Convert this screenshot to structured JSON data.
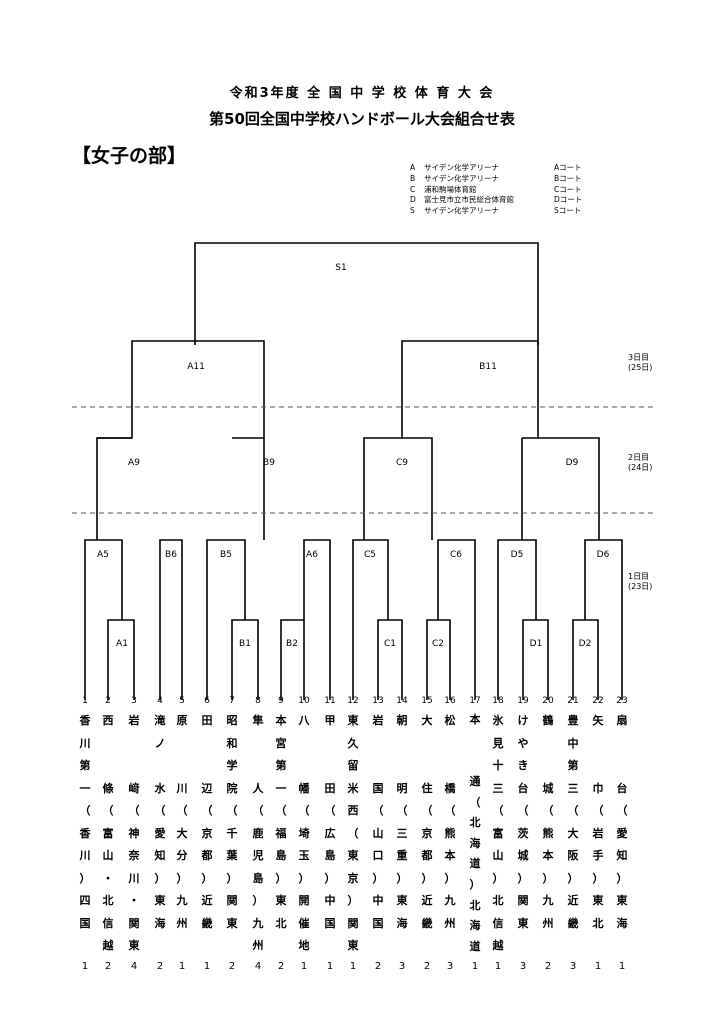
{
  "header": {
    "title": "令和3年度 全 国 中 学 校 体 育 大 会",
    "subtitle": "第50回全国中学校ハンドボール大会組合せ表",
    "section": "【女子の部】"
  },
  "venues": [
    {
      "code": "A",
      "name": "サイデン化学アリーナ",
      "court": "Aコート"
    },
    {
      "code": "B",
      "name": "サイデン化学アリーナ",
      "court": "Bコート"
    },
    {
      "code": "C",
      "name": "浦和駒場体育館",
      "court": "Cコート"
    },
    {
      "code": "D",
      "name": "富士見市立市民総合体育館",
      "court": "Dコート"
    },
    {
      "code": "S",
      "name": "サイデン化学アリーナ",
      "court": "Sコート"
    }
  ],
  "days": [
    {
      "day": "3日目",
      "date": "(25日)"
    },
    {
      "day": "2日目",
      "date": "(24日)"
    },
    {
      "day": "1日目",
      "date": "(23日)"
    }
  ],
  "matches": {
    "final": "S1",
    "semis": [
      "A11",
      "B11"
    ],
    "quarters": [
      "A9",
      "B9",
      "C9",
      "D9"
    ],
    "round16": [
      "A5",
      "B6",
      "B5",
      "A6",
      "C5",
      "C6",
      "D5",
      "D6"
    ],
    "round32": [
      "A1",
      "B1",
      "B2",
      "C1",
      "C2",
      "D1",
      "D2"
    ]
  },
  "teams": [
    {
      "num": "1",
      "school": [
        "香",
        "川",
        "第",
        "一",
        "（",
        "香",
        "川",
        "）",
        "四",
        "国"
      ],
      "rank": "1"
    },
    {
      "num": "2",
      "school": [
        "西",
        "",
        "",
        "條",
        "（",
        "富",
        "山",
        "・",
        "北",
        "信",
        "越"
      ],
      "rank": "2"
    },
    {
      "num": "3",
      "school": [
        "岩",
        "",
        "",
        "﨑",
        "（",
        "神",
        "奈",
        "川",
        "・",
        "関",
        "東"
      ],
      "rank": "4"
    },
    {
      "num": "4",
      "school": [
        "滝",
        "ノ",
        "",
        "水",
        "（",
        "愛",
        "知",
        "）",
        "東",
        "海"
      ],
      "rank": "2"
    },
    {
      "num": "5",
      "school": [
        "原",
        "",
        "",
        "川",
        "（",
        "大",
        "分",
        "）",
        "九",
        "州"
      ],
      "rank": "1"
    },
    {
      "num": "6",
      "school": [
        "田",
        "",
        "",
        "辺",
        "（",
        "京",
        "都",
        "）",
        "近",
        "畿"
      ],
      "rank": "1"
    },
    {
      "num": "7",
      "school": [
        "昭",
        "和",
        "学",
        "院",
        "（",
        "千",
        "葉",
        "）",
        "関",
        "東"
      ],
      "rank": "2"
    },
    {
      "num": "8",
      "school": [
        "隼",
        "",
        "",
        "人",
        "（",
        "鹿",
        "児",
        "島",
        "）",
        "九",
        "州"
      ],
      "rank": "4"
    },
    {
      "num": "9",
      "school": [
        "本",
        "宮",
        "第",
        "一",
        "（",
        "福",
        "島",
        "）",
        "東",
        "北"
      ],
      "rank": "2"
    },
    {
      "num": "10",
      "school": [
        "八",
        "",
        "",
        "幡",
        "（",
        "埼",
        "玉",
        "）",
        "開",
        "催",
        "地"
      ],
      "rank": "1"
    },
    {
      "num": "11",
      "school": [
        "甲",
        "",
        "",
        "田",
        "（",
        "広",
        "島",
        "）",
        "中",
        "国"
      ],
      "rank": "1"
    },
    {
      "num": "12",
      "school": [
        "東",
        "久",
        "留",
        "米",
        "西",
        "（",
        "東",
        "京",
        "）",
        "関",
        "東"
      ],
      "rank": "1"
    },
    {
      "num": "13",
      "school": [
        "岩",
        "",
        "",
        "国",
        "（",
        "山",
        "口",
        "）",
        "中",
        "国"
      ],
      "rank": "2"
    },
    {
      "num": "14",
      "school": [
        "朝",
        "",
        "",
        "明",
        "（",
        "三",
        "重",
        "）",
        "東",
        "海"
      ],
      "rank": "3"
    },
    {
      "num": "15",
      "school": [
        "大",
        "",
        "",
        "住",
        "（",
        "京",
        "都",
        "）",
        "近",
        "畿"
      ],
      "rank": "2"
    },
    {
      "num": "16",
      "school": [
        "松",
        "",
        "",
        "橋",
        "（",
        "熊",
        "本",
        "）",
        "九",
        "州"
      ],
      "rank": "3"
    },
    {
      "num": "17",
      "school": [
        "本",
        "",
        "",
        "通",
        "（",
        "北",
        "海",
        "道",
        "）",
        "北",
        "海",
        "道"
      ],
      "rank": "1"
    },
    {
      "num": "18",
      "school": [
        "氷",
        "見",
        "十",
        "三",
        "（",
        "富",
        "山",
        "）",
        "北",
        "信",
        "越"
      ],
      "rank": "1"
    },
    {
      "num": "19",
      "school": [
        "け",
        "や",
        "き",
        "台",
        "（",
        "茨",
        "城",
        "）",
        "関",
        "東"
      ],
      "rank": "3"
    },
    {
      "num": "20",
      "school": [
        "鶴",
        "",
        "",
        "城",
        "（",
        "熊",
        "本",
        "）",
        "九",
        "州"
      ],
      "rank": "2"
    },
    {
      "num": "21",
      "school": [
        "豊",
        "中",
        "第",
        "三",
        "（",
        "大",
        "阪",
        "）",
        "近",
        "畿"
      ],
      "rank": "3"
    },
    {
      "num": "22",
      "school": [
        "矢",
        "",
        "",
        "巾",
        "（",
        "岩",
        "手",
        "）",
        "東",
        "北"
      ],
      "rank": "1"
    },
    {
      "num": "23",
      "school": [
        "扇",
        "",
        "",
        "台",
        "（",
        "愛",
        "知",
        "）",
        "東",
        "海"
      ],
      "rank": "1"
    }
  ]
}
